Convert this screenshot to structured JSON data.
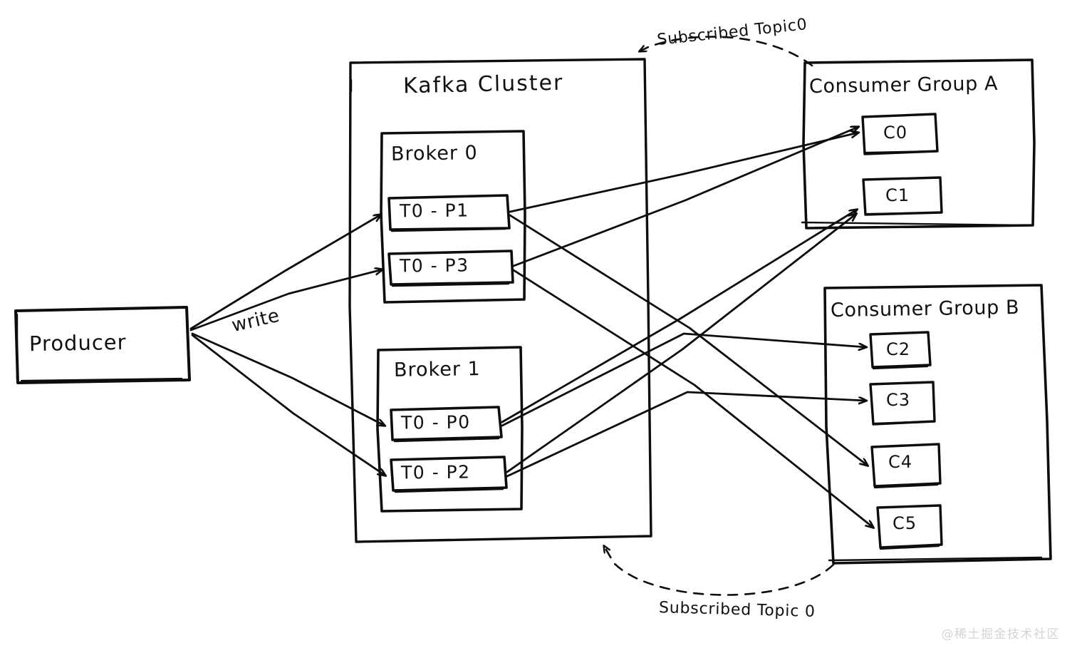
{
  "diagram": {
    "title_hidden": "Kafka consumer group subscription diagram",
    "ink_color": "#0d0d0d",
    "background": "#ffffff"
  },
  "producer": {
    "label": "Producer",
    "write_label": "write"
  },
  "cluster": {
    "label": "Kafka Cluster",
    "brokers": [
      {
        "label": "Broker 0",
        "partitions": [
          {
            "label": "T0 - P1"
          },
          {
            "label": "T0 - P3"
          }
        ]
      },
      {
        "label": "Broker 1",
        "partitions": [
          {
            "label": "T0 - P0"
          },
          {
            "label": "T0 - P2"
          }
        ]
      }
    ]
  },
  "consumer_groups": [
    {
      "label": "Consumer Group A",
      "consumers": [
        {
          "label": "C0"
        },
        {
          "label": "C1"
        }
      ]
    },
    {
      "label": "Consumer Group B",
      "consumers": [
        {
          "label": "C2"
        },
        {
          "label": "C3"
        },
        {
          "label": "C4"
        },
        {
          "label": "C5"
        }
      ]
    }
  ],
  "annotations": {
    "subscribed_top": "Subscribed Topic0",
    "subscribed_bottom": "Subscribed Topic 0"
  },
  "watermark": {
    "text": "@稀土掘金技术社区"
  }
}
